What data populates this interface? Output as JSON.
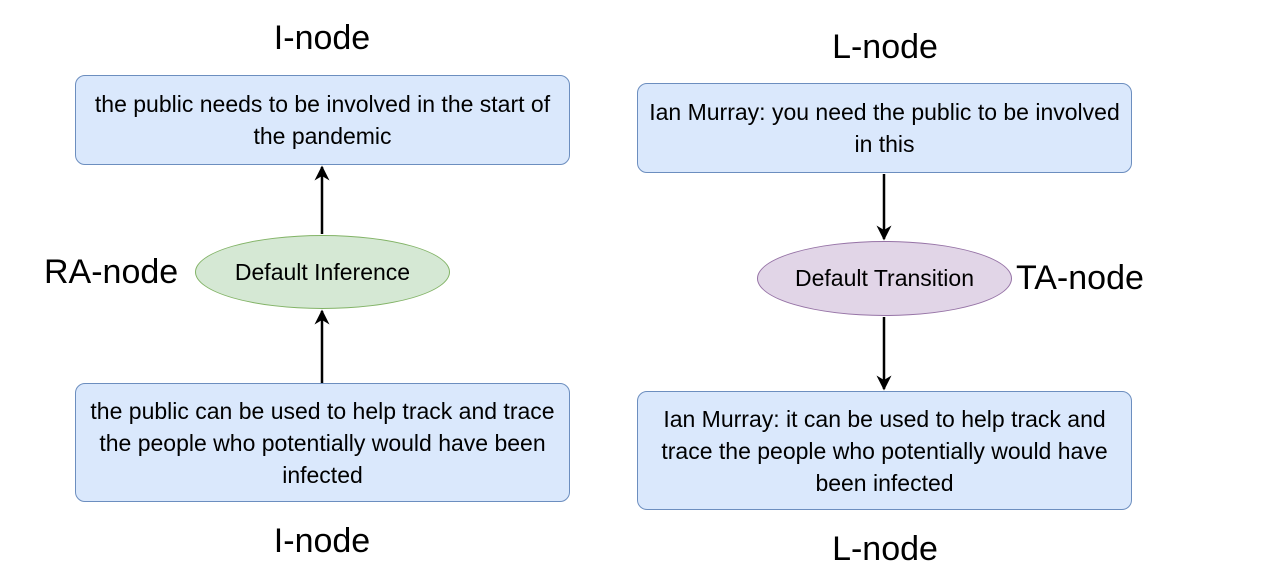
{
  "left": {
    "top_label": "I-node",
    "top_box": "the public needs to be involved in the start of the pandemic",
    "node_label": "RA-node",
    "ellipse": "Default Inference",
    "bottom_box": "the public can be used to help track and trace the people who potentially would have been infected",
    "bottom_label": "I-node"
  },
  "right": {
    "top_label": "L-node",
    "top_box": "Ian Murray: you need the public to be involved in this",
    "node_label": "TA-node",
    "ellipse": "Default Transition",
    "bottom_box": "Ian Murray: it can be used to help track and trace the people who potentially would have been infected",
    "bottom_label": "L-node"
  },
  "colors": {
    "box_fill": "#dae8fc",
    "box_stroke": "#6c8ebf",
    "ra_fill": "#d5e8d4",
    "ra_stroke": "#82b366",
    "ta_fill": "#e1d5e7",
    "ta_stroke": "#9673a6"
  }
}
